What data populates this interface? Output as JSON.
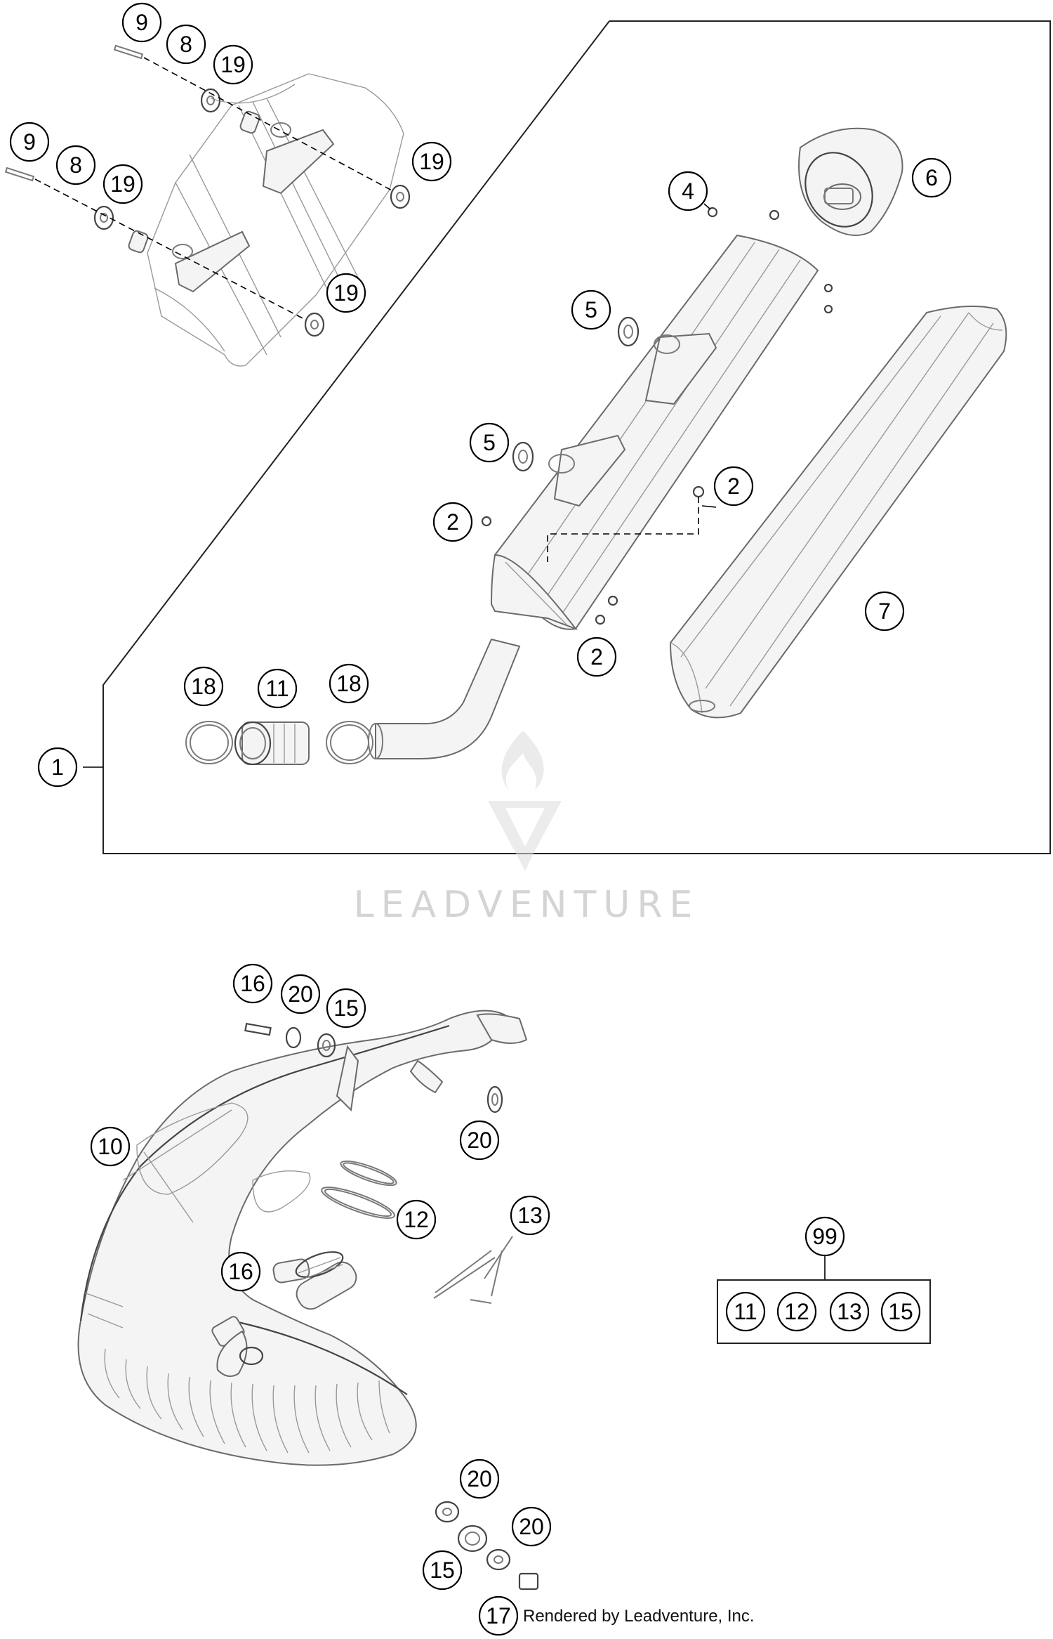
{
  "watermark": {
    "brand": "LEADVENTURE"
  },
  "credit": {
    "text": "Rendered by Leadventure, Inc."
  },
  "callouts": {
    "c1": "1",
    "c2a": "2",
    "c2b": "2",
    "c2c": "2",
    "c4": "4",
    "c5a": "5",
    "c5b": "5",
    "c6": "6",
    "c7": "7",
    "c8a": "8",
    "c8b": "8",
    "c9a": "9",
    "c9b": "9",
    "c10": "10",
    "c11": "11",
    "c12": "12",
    "c13": "13",
    "c15a": "15",
    "c15b": "15",
    "c16a": "16",
    "c16b": "16",
    "c17": "17",
    "c18a": "18",
    "c18b": "18",
    "c19a": "19",
    "c19b": "19",
    "c19c": "19",
    "c19d": "19",
    "c20a": "20",
    "c20b": "20",
    "c20c": "20",
    "c20d": "20",
    "c99": "99"
  },
  "kit_99": {
    "items": [
      "11",
      "12",
      "13",
      "15"
    ]
  }
}
